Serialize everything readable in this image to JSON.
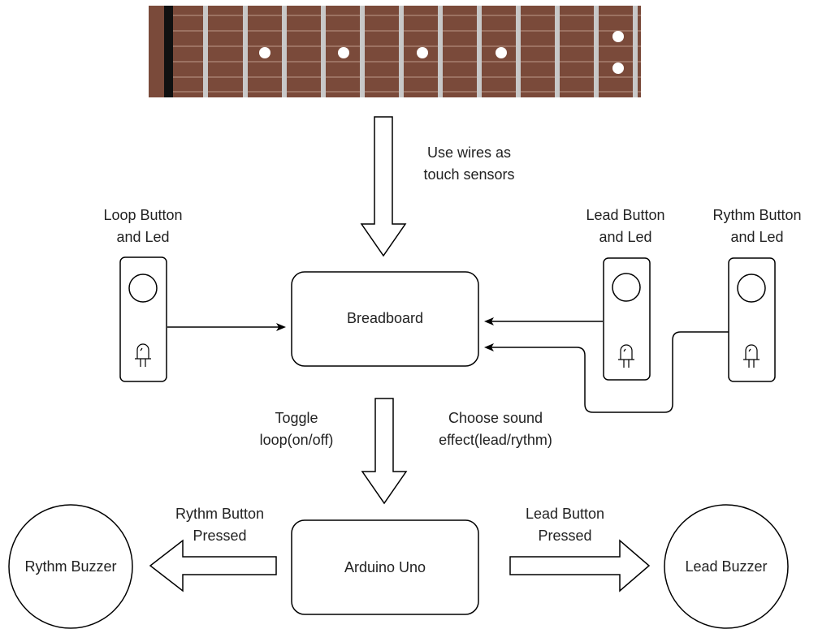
{
  "fretboard": {
    "wood_color": "#7a4a3a",
    "fret_color": "#c8c8c8",
    "string_color": "#b08a7a",
    "nut_color": "#111111",
    "inlay_color": "#ffffff"
  },
  "arrows": {
    "wires": [
      "Use wires as",
      "touch sensors"
    ],
    "toggle": [
      "Toggle",
      "loop(on/off)"
    ],
    "choose": [
      "Choose sound",
      "effect(lead/rythm)"
    ],
    "rythm_pressed": [
      "Rythm Button",
      "Pressed"
    ],
    "lead_pressed": [
      "Lead Button",
      "Pressed"
    ]
  },
  "modules": {
    "loop": [
      "Loop Button",
      "and Led"
    ],
    "lead": [
      "Lead Button",
      "and Led"
    ],
    "rythm": [
      "Rythm Button",
      "and Led"
    ]
  },
  "boxes": {
    "breadboard": "Breadboard",
    "arduino": "Arduino Uno"
  },
  "buzzers": {
    "rythm": "Rythm Buzzer",
    "lead": "Lead Buzzer"
  },
  "stroke_color": "#000000"
}
